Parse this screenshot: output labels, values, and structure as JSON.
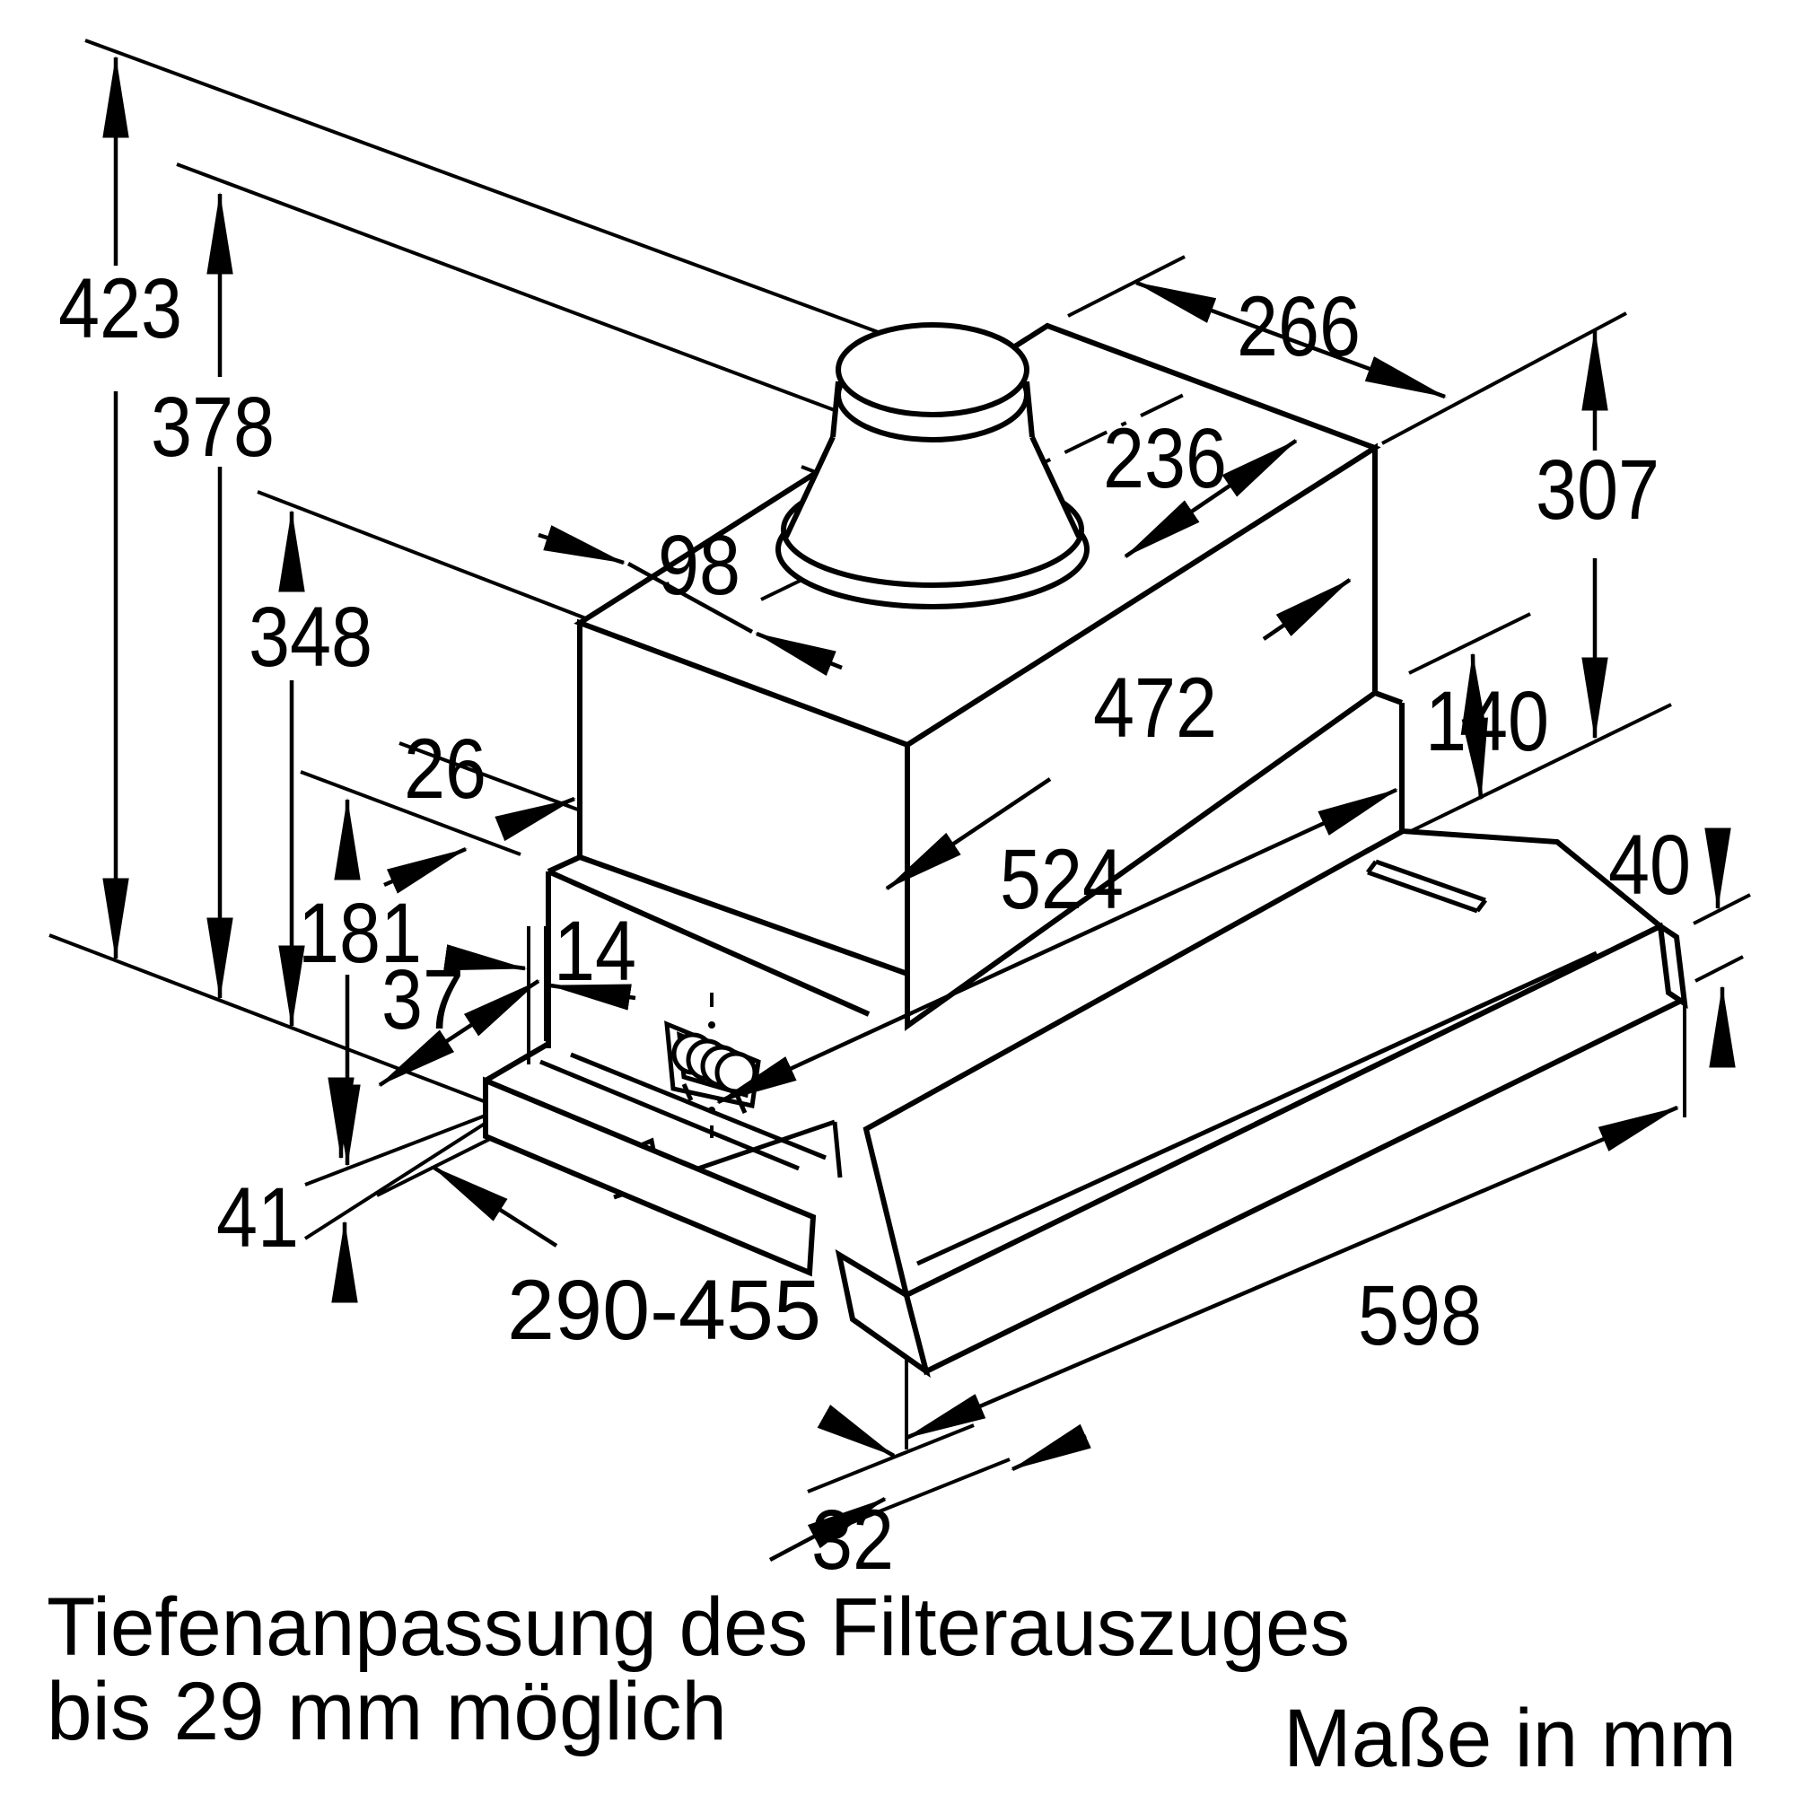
{
  "diagram": {
    "type": "technical-dimension-drawing",
    "subject": "telescopic cooker hood (Flachschirmhaube) installation dimensions",
    "line_color": "#000000",
    "background_color": "#ffffff",
    "units_note": "Maße in mm",
    "caption_line1": "Tiefenanpassung des Filterauszuges",
    "caption_line2": "bis 29 mm möglich",
    "dimension_labels": {
      "d423": "423",
      "d378": "378",
      "d348": "348",
      "d26": "26",
      "d181": "181",
      "d37": "37",
      "d14": "14",
      "d41": "41",
      "d98": "98",
      "d236": "236",
      "d266": "266",
      "d307": "307",
      "d472": "472",
      "d140": "140",
      "d524": "524",
      "d40": "40",
      "d290_455": "290-455",
      "d598": "598",
      "d32": "32"
    }
  }
}
